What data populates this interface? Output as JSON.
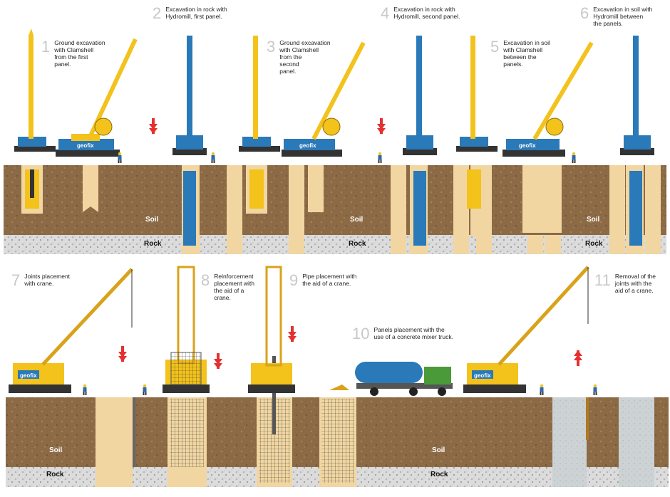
{
  "steps": [
    {
      "num": "1",
      "text": "Ground excavation\nwith Clamshell\nfrom the first\npanel."
    },
    {
      "num": "2",
      "text": "Excavation in rock with\nHydromill, first panel."
    },
    {
      "num": "3",
      "text": "Ground excavation\nwith Clamshell\nfrom the\nsecond\npanel."
    },
    {
      "num": "4",
      "text": "Excavation in rock with\nHydromill, second panel."
    },
    {
      "num": "5",
      "text": "Excavation in soil\nwith Clamshell\nbetween the\npanels."
    },
    {
      "num": "6",
      "text": "Excavation in soil with\nHydromill between\nthe panels."
    },
    {
      "num": "7",
      "text": "Joints placement\nwith crane."
    },
    {
      "num": "8",
      "text": "Reinforcement\nplacement with\nthe aid of a\ncrane."
    },
    {
      "num": "9",
      "text": "Pipe placement with\nthe aid of a crane."
    },
    {
      "num": "10",
      "text": "Panels placement with the\nuse of a concrete mixer truck."
    },
    {
      "num": "11",
      "text": "Removal of the\njoints with the\naid of a crane."
    }
  ],
  "labels": {
    "soil": "Soil",
    "rock": "Rock"
  },
  "brand": "geofix",
  "colors": {
    "soil": "#8b6a45",
    "rock": "#d9d9d9",
    "slurry": "#f1d6a2",
    "machine_yellow": "#f3c21b",
    "machine_blue": "#2a79b8",
    "arrow_red": "#e53030",
    "concrete": "#c9cfd3",
    "truck_green": "#4b9a3a"
  }
}
